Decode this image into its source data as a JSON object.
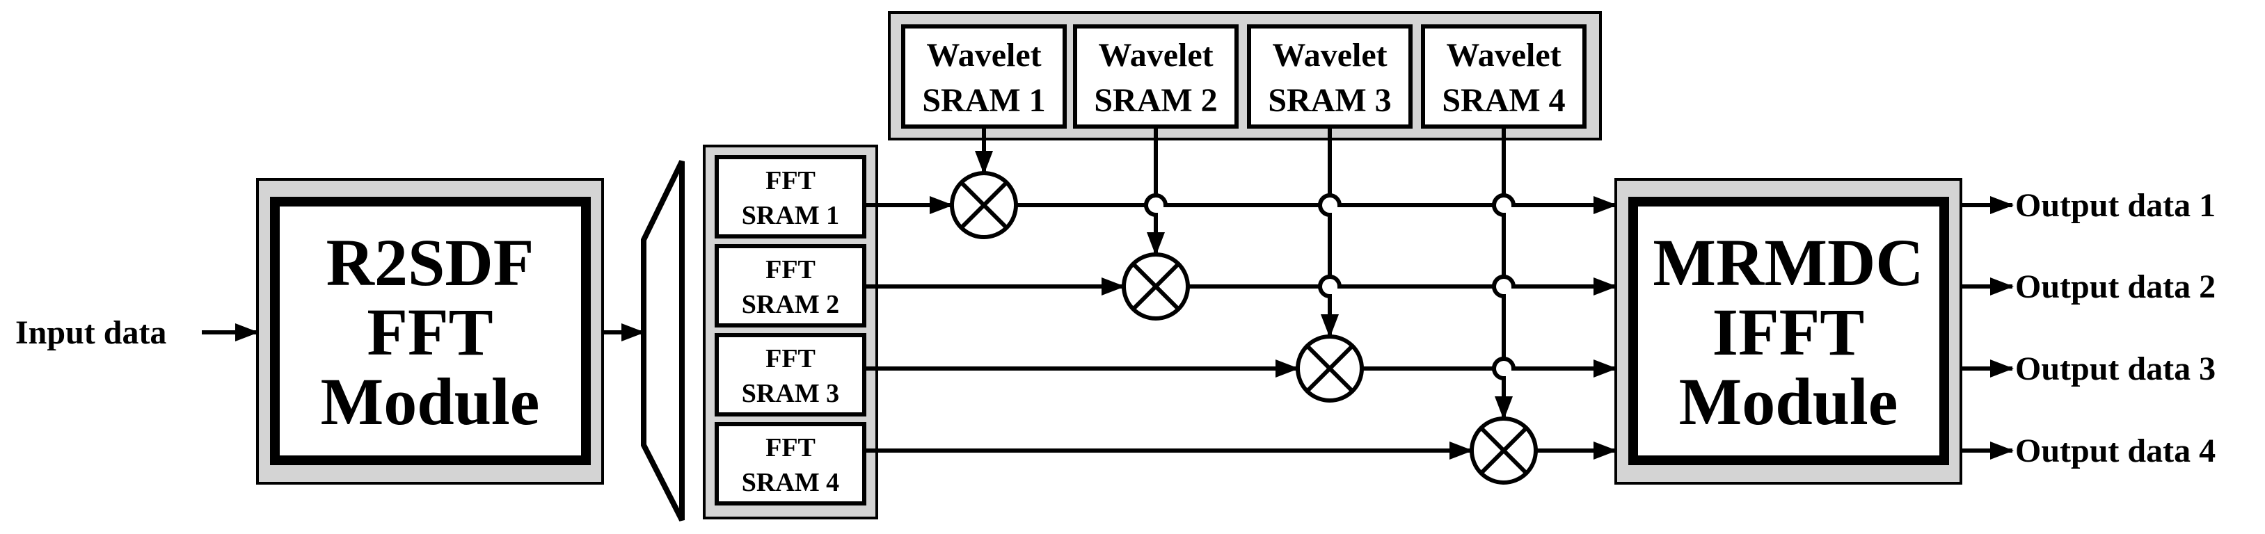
{
  "input_label": "Input data",
  "fft_module": {
    "line1": "R2SDF",
    "line2": "FFT",
    "line3": "Module"
  },
  "ifft_module": {
    "line1": "MRMDC",
    "line2": "IFFT",
    "line3": "Module"
  },
  "fft_srams": [
    {
      "line1": "FFT",
      "line2": "SRAM 1"
    },
    {
      "line1": "FFT",
      "line2": "SRAM 2"
    },
    {
      "line1": "FFT",
      "line2": "SRAM 3"
    },
    {
      "line1": "FFT",
      "line2": "SRAM 4"
    }
  ],
  "wavelet_srams": [
    {
      "line1": "Wavelet",
      "line2": "SRAM 1"
    },
    {
      "line1": "Wavelet",
      "line2": "SRAM 2"
    },
    {
      "line1": "Wavelet",
      "line2": "SRAM 3"
    },
    {
      "line1": "Wavelet",
      "line2": "SRAM 4"
    }
  ],
  "outputs": [
    "Output data 1",
    "Output data 2",
    "Output data 3",
    "Output data 4"
  ]
}
